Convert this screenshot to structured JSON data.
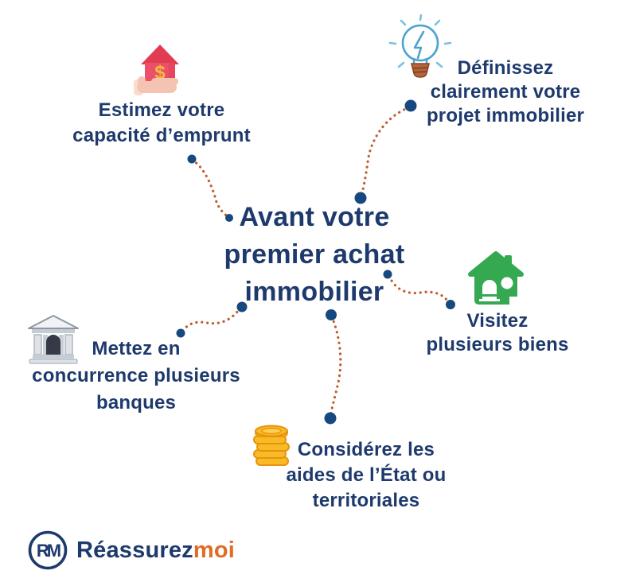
{
  "title": "Avant votre\npremier achat\nimmobilier",
  "nodes": {
    "estimate": {
      "label": "Estimez votre\ncapacité d’emprunt",
      "icon": "house-dollar-hand-icon"
    },
    "define": {
      "label": "Définissez\nclairement votre\nprojet immobilier",
      "icon": "lightbulb-icon"
    },
    "visit": {
      "label": "Visitez\nplusieurs biens",
      "icon": "green-house-icon"
    },
    "banks": {
      "label": "Mettez en\nconcurrence plusieurs\nbanques",
      "icon": "bank-icon"
    },
    "aid": {
      "label": "Considérez les\naides de l’État ou\nterritoriales",
      "icon": "coins-icon"
    }
  },
  "logo": {
    "monogram": "RM",
    "brand_primary": "Réassurez",
    "brand_secondary": "moi"
  },
  "colors": {
    "text_navy": "#1e3a6d",
    "dot_navy": "#16497f",
    "connector_orange": "#bf5b2d",
    "brand_orange": "#e06b26",
    "bulb_blue": "#4ba3cf",
    "house_green": "#35a852",
    "house_pink": "#ec5068",
    "roof_red": "#e23c53",
    "dollar_yellow": "#f2bd3a",
    "hand_peach": "#f4c3b1",
    "bank_grey": "#dfe3e8",
    "coin_yellow": "#f8ba25",
    "coin_edge": "#e8930e",
    "background": "#ffffff"
  }
}
